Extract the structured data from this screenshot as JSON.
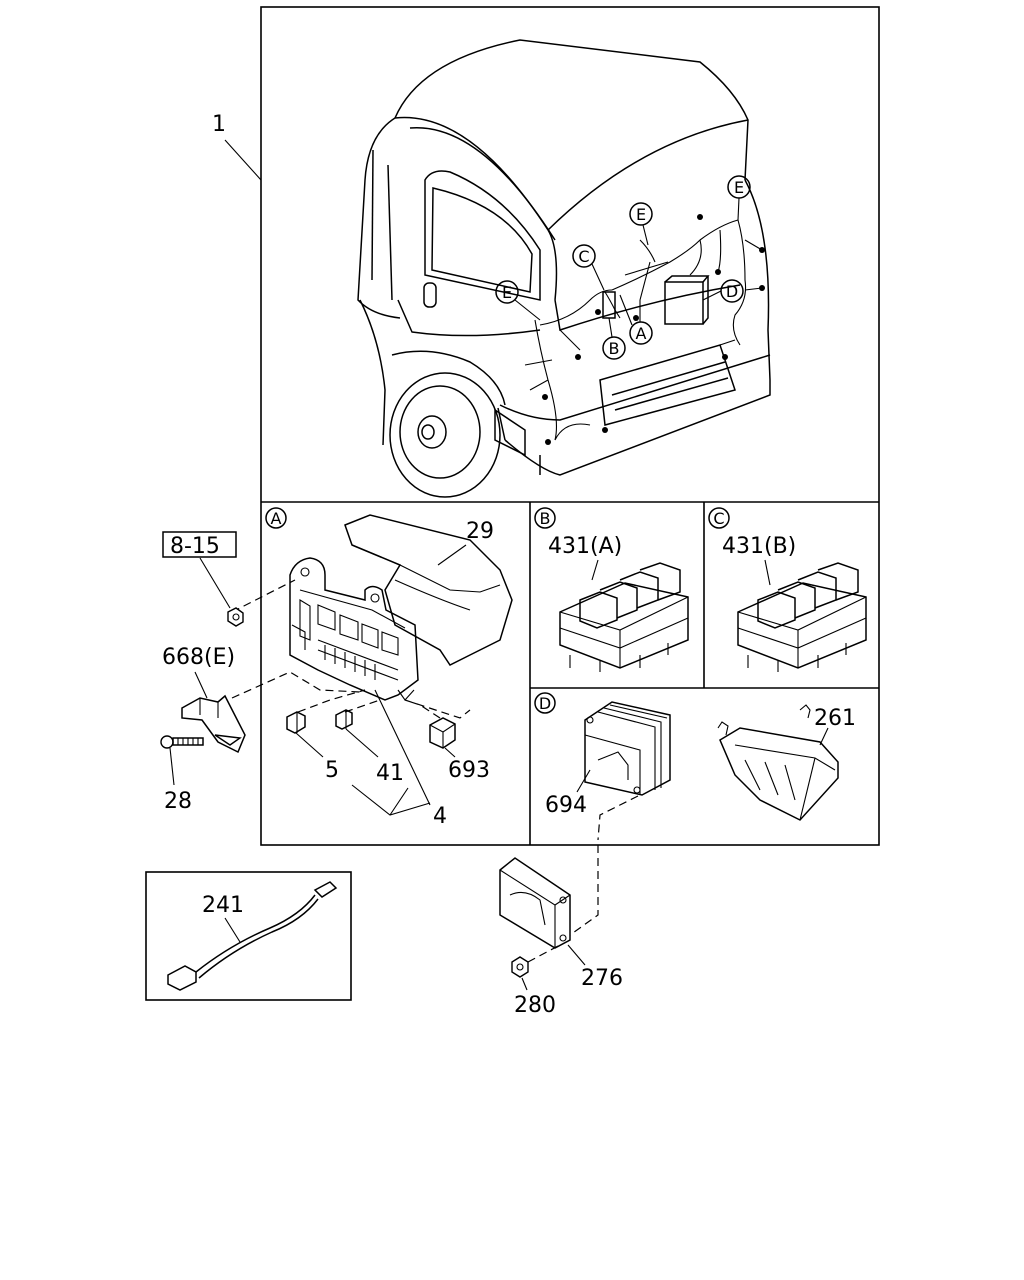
{
  "callouts": {
    "harness_assembly": "1",
    "ref_section": "8-15",
    "insulator_cover": "29",
    "bracket": "668(E)",
    "bolt": "28",
    "fuse": "5",
    "fuse_small": "41",
    "relay": "693",
    "fuse_set": "4",
    "relay_431a": "431(A)",
    "relay_431b": "431(B)",
    "module": "694",
    "case": "261",
    "cable": "241",
    "control_unit": "276",
    "nut": "280"
  },
  "markers": {
    "a": "A",
    "b": "B",
    "c": "C",
    "d": "D",
    "e": "E"
  },
  "panels": {
    "panel_a_tag": "A",
    "panel_b_tag": "B",
    "panel_c_tag": "C",
    "panel_d_tag": "D"
  }
}
